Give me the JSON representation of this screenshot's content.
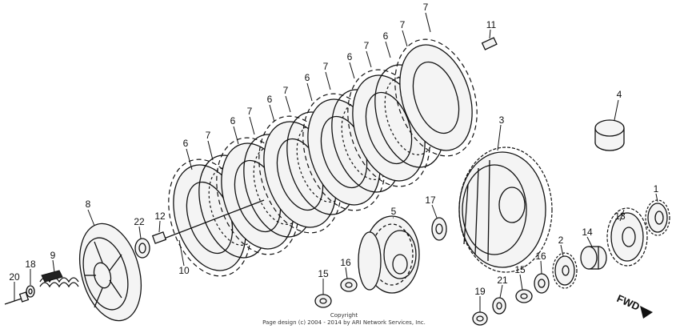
{
  "diagram": {
    "callouts": {
      "p1": "1",
      "p2": "2",
      "p3": "3",
      "p4": "4",
      "p5": "5",
      "p6a": "6",
      "p6b": "6",
      "p6c": "6",
      "p6d": "6",
      "p6e": "6",
      "p6f": "6",
      "p7a": "7",
      "p7b": "7",
      "p7c": "7",
      "p7d": "7",
      "p7e": "7",
      "p7f": "7",
      "p7g": "7",
      "p8": "8",
      "p9": "9",
      "p10": "10",
      "p11": "11",
      "p12": "12",
      "p13": "13",
      "p14": "14",
      "p15a": "15",
      "p15b": "15",
      "p16a": "16",
      "p16b": "16",
      "p17": "17",
      "p18": "18",
      "p19": "19",
      "p20": "20",
      "p21": "21",
      "p22": "22"
    },
    "direction_label": "FWD",
    "copyright_line1": "Copyright",
    "copyright_line2": "Page design (c) 2004 - 2014 by ARI Network Services, Inc."
  }
}
